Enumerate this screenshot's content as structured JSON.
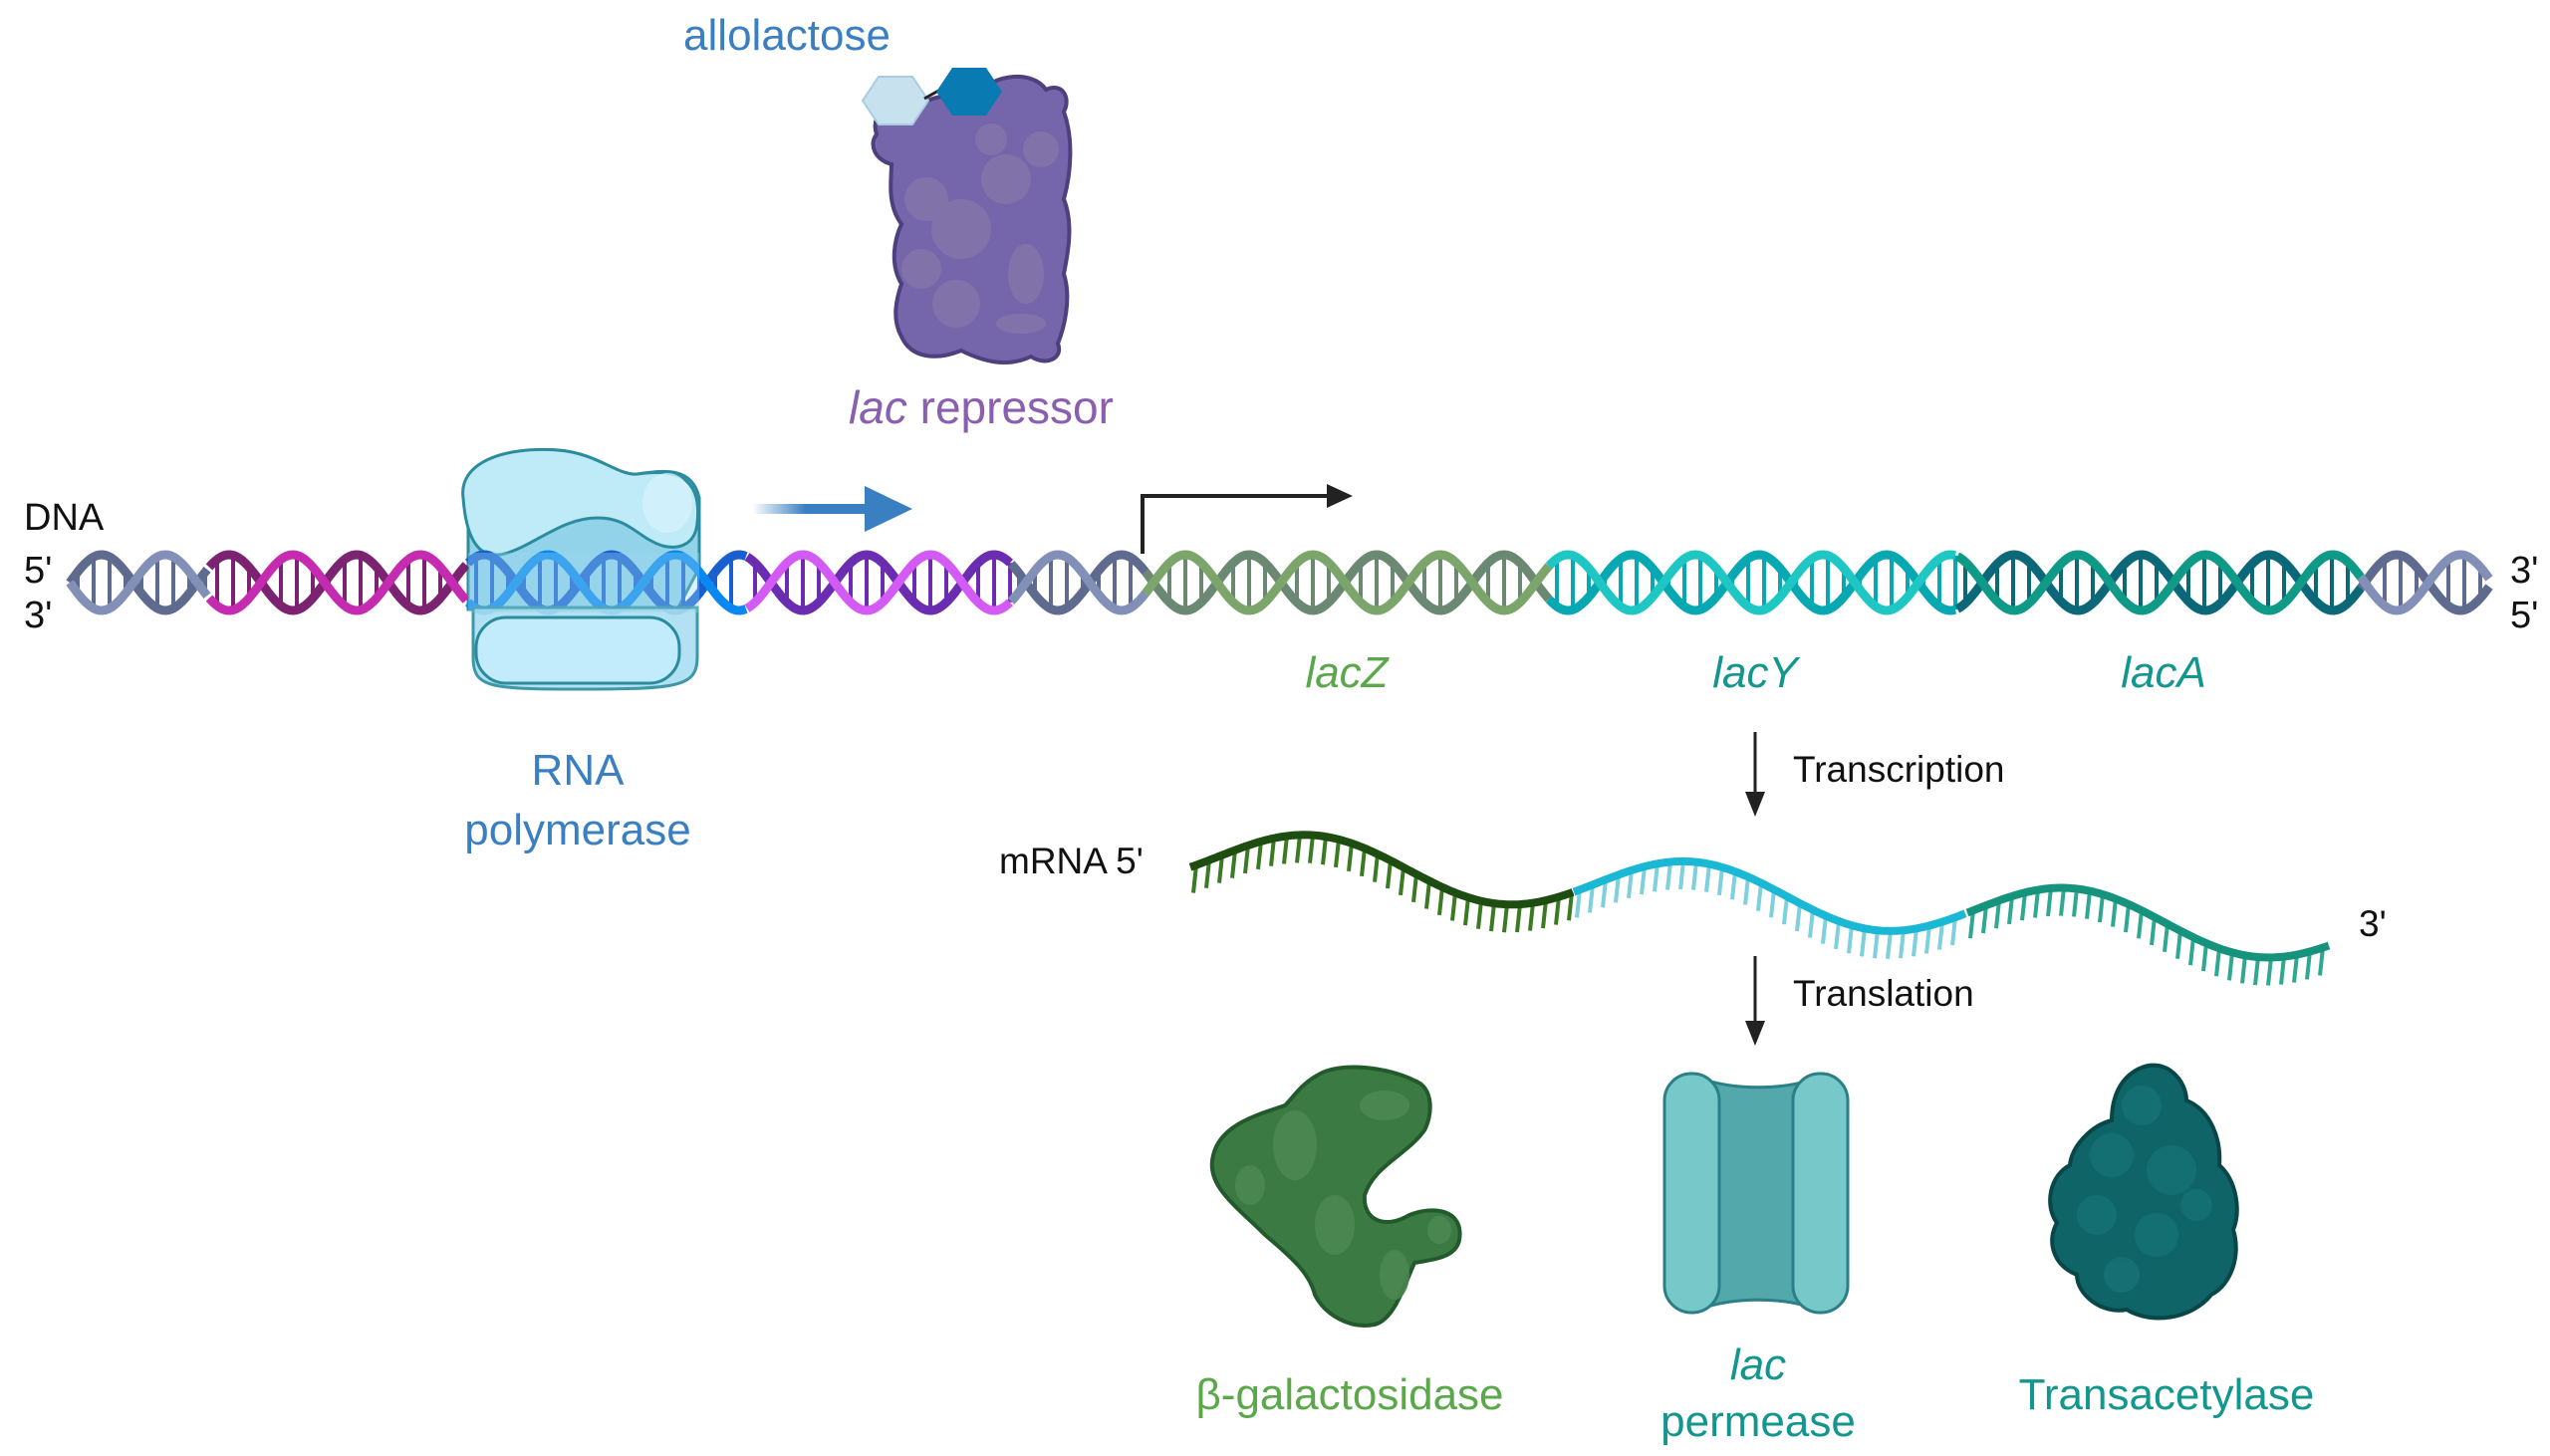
{
  "labels": {
    "allolactose": "allolactose",
    "repressor_italic": "lac",
    "repressor_rest": " repressor",
    "dna": "DNA",
    "dna_left_top": "5'",
    "dna_left_bottom": "3'",
    "dna_right_top": "3'",
    "dna_right_bottom": "5'",
    "rnap_line1": "RNA",
    "rnap_line2": "polymerase",
    "lacZ": "lacZ",
    "lacY": "lacY",
    "lacA": "lacA",
    "transcription": "Transcription",
    "mrna_5": "mRNA 5'",
    "mrna_3": "3'",
    "translation": "Translation",
    "beta_gal": "β-galactosidase",
    "permease_italic": "lac",
    "permease_rest": "permease",
    "transacetylase": "Transacetylase"
  },
  "colors": {
    "allolactose_text": "#3a7fc1",
    "repressor_text": "#8a5fb0",
    "repressor_fill": "#7566ab",
    "rnap_text": "#3a7fc1",
    "rnap_fill": "#a9def2",
    "lacZ_text": "#5aa84a",
    "lacY_text": "#13968e",
    "lacA_text": "#13968e",
    "beta_gal_fill": "#3c7a44",
    "permease_fill": "#77c9c9",
    "transacetylase_fill": "#0e6466"
  },
  "dna_segments": [
    {
      "name": "flank-left",
      "a": "#8290b8",
      "b": "#5f6a8f"
    },
    {
      "name": "operator-magenta",
      "a": "#c52bb0",
      "b": "#7b2370"
    },
    {
      "name": "promoter-blue",
      "a": "#0a88f2",
      "b": "#1a5fcf"
    },
    {
      "name": "operator-purple",
      "a": "#d45af5",
      "b": "#6a2cb0"
    },
    {
      "name": "spacer",
      "a": "#8290b8",
      "b": "#5f6a8f"
    },
    {
      "name": "lacZ",
      "a": "#7ca56c",
      "b": "#6b8873"
    },
    {
      "name": "lacY",
      "a": "#1ec6c4",
      "b": "#08a8b3"
    },
    {
      "name": "lacA",
      "a": "#0e9a86",
      "b": "#0b6878"
    },
    {
      "name": "flank-right",
      "a": "#8290b8",
      "b": "#5f6a8f"
    }
  ],
  "mrna_segments": [
    {
      "name": "lacZ-mrna",
      "a": "#1d4d10",
      "b": "#3a7a22"
    },
    {
      "name": "lacY-mrna",
      "a": "#1bb8d6",
      "b": "#7dd1dc"
    },
    {
      "name": "lacA-mrna",
      "a": "#16937c",
      "b": "#2fa891"
    }
  ]
}
